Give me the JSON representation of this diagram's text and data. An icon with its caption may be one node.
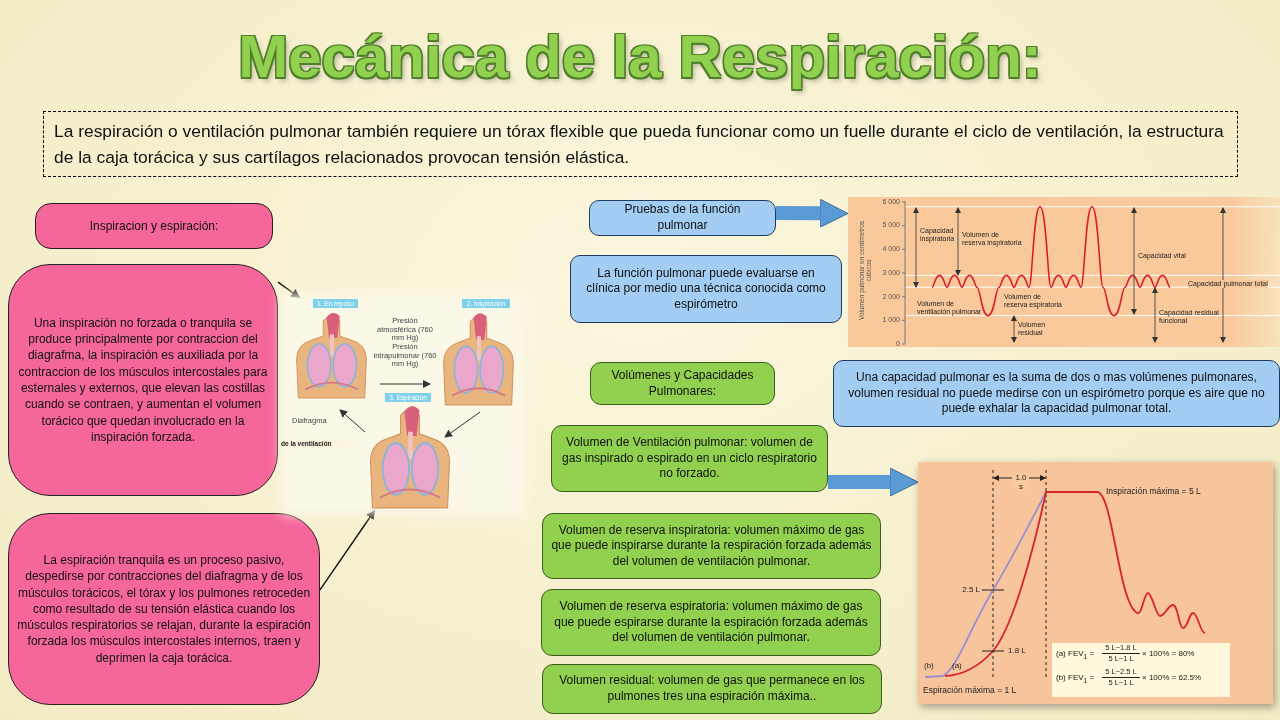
{
  "diagram": {
    "title": "Mecánica de la Respiración:",
    "nodes": [
      {
        "text": [
          "La respiración o ventilación pulmonar también requiere un tórax flexible que pueda funcionar como un fuelle durante el ciclo de ventilación, la estructura de la caja torácica y sus cartílagos relacionados provocan tensión elástica."
        ]
      },
      {
        "text": [
          "Inspiracion y espiración:"
        ]
      },
      {
        "text": [
          "Una inspiración no forzada o tranquila se produce principalmente por contraccion del diagrafma, la inspiración es auxiliada por la contraccion de los músculos intercostales para esternales y externos, que elevan las costillas cuando se contraen, y aumentan el volumen torácico que quedan involucrado en la inspiración forzada."
        ]
      },
      {
        "text": [
          "La espiración tranquila es un proceso pasivo, despedirse por contracciones del diafragma y de los músculos torácicos, el tórax y los pulmones retroceden como resultado de su tensión elástica cuando los músculos respiratorios se relajan, durante la espiración forzada los músculos intercostales internos, traen y deprimen la caja torácica."
        ]
      },
      {
        "text": [],
        "shape": "picture"
      },
      {
        "text": [
          "Pruebas de la función pulmonar"
        ]
      },
      {
        "text": [
          "La función pulmonar puede evaluarse en clínica por medio una técnica conocida como espirómetro"
        ]
      },
      {
        "text": [],
        "shape": "picture"
      },
      {
        "text": [
          "Volúmenes y Capacidades Pulmonares:"
        ]
      },
      {
        "text": [
          "Una capacidad pulmonar es la suma de dos o mas volúmenes pulmonares, volumen residual no puede medirse con un espirómetro porque es aire que no puede exhalar la capacidad pulmonar total."
        ]
      },
      {
        "text": [
          "Volumen de Ventilación pulmonar: volumen de gas inspirado o espirado en un ciclo respiratorio no forzado."
        ]
      },
      {
        "text": [],
        "shape": "picture"
      },
      {
        "text": [
          "Volumen de reserva inspiratoria: volumen máximo de gas que puede inspirarse durante la respiración forzada además del volumen de ventilación pulmonar."
        ]
      },
      {
        "text": [
          "Volumen de reserva espiratoria: volumen máximo de gas que puede espirarse durante la espiración forzada además del volumen de ventilación pulmonar."
        ]
      },
      {
        "text": [
          "Volumen residual: volumen de gas que permanece en los pulmones tres una espiración máxima.."
        ]
      }
    ],
    "edges": [
      {
        "from": 2,
        "to": 4,
        "arrow": "to"
      },
      {
        "from": 3,
        "to": 4,
        "arrow": "to"
      },
      {
        "from": 5,
        "to": 7,
        "arrow": "to",
        "style": "thick",
        "color": "#5b9bd5"
      },
      {
        "from": 10,
        "to": 11,
        "arrow": "to",
        "style": "thick",
        "color": "#5b9bd5"
      }
    ],
    "labels": [
      "1. En reposo",
      "2. Inspiración",
      "3. Espiración",
      "Presión atmosférica (760 mm Hg)",
      "Presión intrapulmonar (760 mm Hg)",
      "Diafragma",
      "de la ventilación",
      "6 000",
      "5 000",
      "4 000",
      "3 000",
      "2 000",
      "1 000",
      "0",
      "Volumen pulmonar en centímetros cúbicos",
      "Capacidad inspiratoria",
      "Volumen de reserva inspiratoria",
      "Capacidad vital",
      "Capacidad pulmonar total",
      "Volumen de ventilación pulmonar",
      "Volumen de reserva espiratoria",
      "Volumen residual",
      "Capacidad residual funcional",
      "1.0 s",
      "Inspiración máxima = 5 L",
      "2.5 L",
      "1.8 L",
      "(b)",
      "(a)",
      "Espiración máxima = 1 L",
      "(a) FEV$_{1}$ =",
      "5 L−1.8 L",
      "5 L−1 L",
      "× 100% = 80%",
      "(b) FEV$_{1}$ =",
      "5 L−2.5 L",
      "5 L−1 L",
      "× 100% = 62.5%"
    ]
  }
}
